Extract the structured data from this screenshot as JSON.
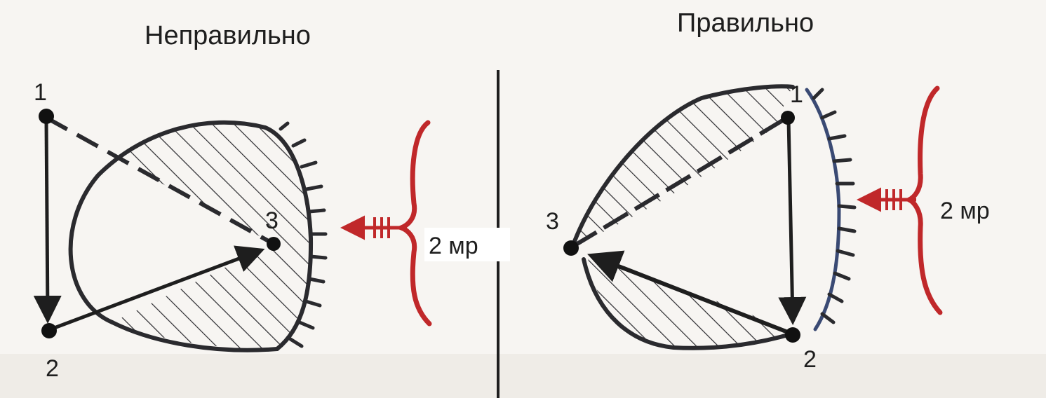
{
  "panels": [
    {
      "title": "Неправильно",
      "points": [
        "1",
        "2",
        "3"
      ],
      "zone_label": "2 мр"
    },
    {
      "title": "Правильно",
      "points": [
        "1",
        "2",
        "3"
      ],
      "zone_label": "2 мр"
    }
  ],
  "colors": {
    "line": "#2a2a2e",
    "accent": "#c0282a",
    "blue_edge": "#3a4a74",
    "background": "#f6f4f1"
  }
}
